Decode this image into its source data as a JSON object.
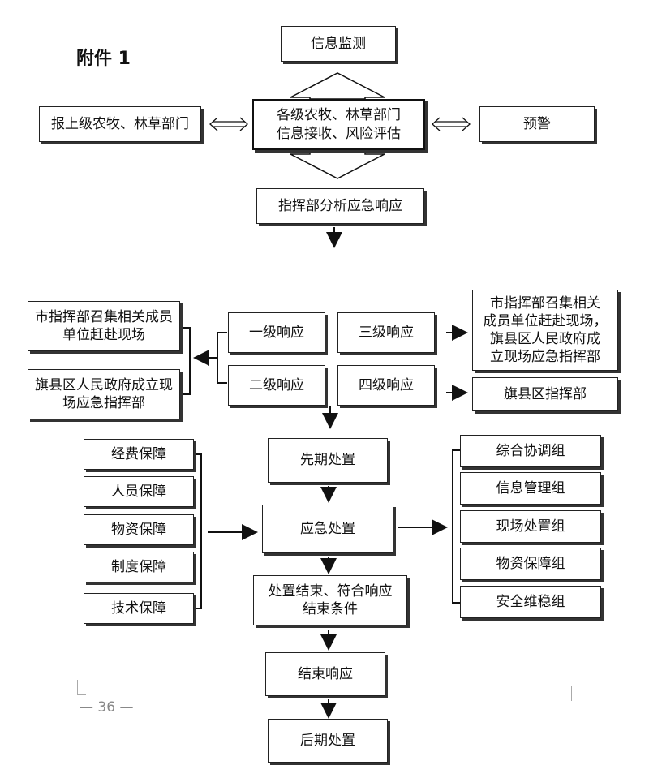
{
  "attachment_label": "附件 1",
  "page_number": "— 36 —",
  "nodes": {
    "info_monitor": "信息监测",
    "report_up": "报上级农牧、林草部门",
    "central": "各级农牧、林草部门\n信息接收、风险评估",
    "warning": "预警",
    "hq_analysis": "指挥部分析应急响应",
    "city_hq_left": "市指挥部召集相关成员\n单位赶赴现场",
    "county_gov_left": "旗县区人民政府成立现\n场应急指挥部",
    "level1": "一级响应",
    "level2": "二级响应",
    "level3": "三级响应",
    "level4": "四级响应",
    "city_hq_right": "市指挥部召集相关\n成员单位赶赴现场，\n旗县区人民政府成\n立现场应急指挥部",
    "county_hq": "旗县区指挥部",
    "early_disposal": "先期处置",
    "emergency_disposal": "应急处置",
    "disposal_end": "处置结束、符合响应\n结束条件",
    "end_response": "结束响应",
    "later_disposal": "后期处置"
  },
  "guarantees": [
    "经费保障",
    "人员保障",
    "物资保障",
    "制度保障",
    "技术保障"
  ],
  "groups": [
    "综合协调组",
    "信息管理组",
    "现场处置组",
    "物资保障组",
    "安全维稳组"
  ]
}
